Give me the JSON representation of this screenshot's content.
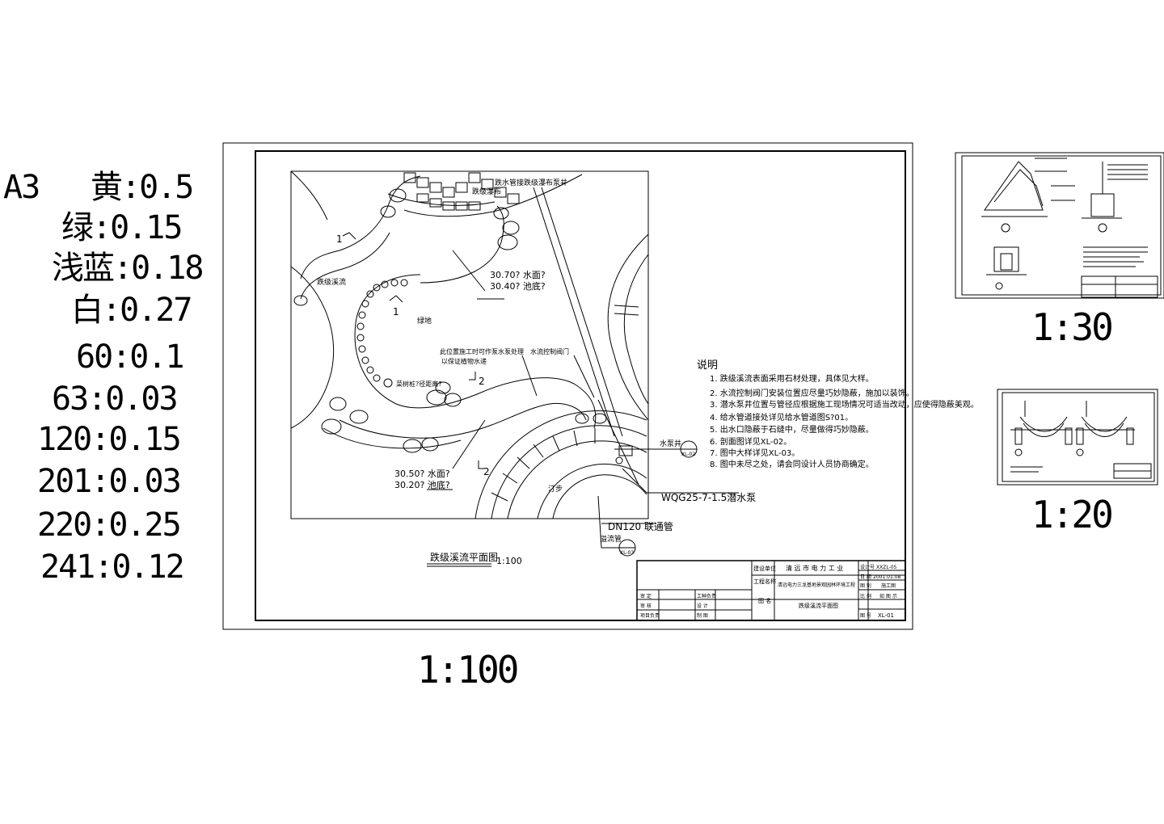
{
  "legend": {
    "paper": "A3",
    "items": [
      "黄:0.5",
      "绿:0.15",
      "浅蓝:0.18",
      "白:0.27",
      "60:0.1",
      "63:0.03",
      "120:0.15",
      "201:0.03",
      "220:0.25",
      "241:0.12"
    ]
  },
  "main_sheet": {
    "scale_label": "1:100",
    "drawing_title": "跌级溪流平面图",
    "drawing_scale": "1:100",
    "labels": {
      "waterfall": "跌级瀑布",
      "pump_pit_note": "跌水管接跌级瀑布泵井",
      "stream": "跌级溪流",
      "green": "绿地",
      "level_a_top": "30.70? 水面?",
      "level_a_bottom": "30.40? 池底?",
      "level_b_top": "30.50? 水面?",
      "level_b_bottom": "30.20? 池底?",
      "section_1a": "1",
      "section_1b": "1",
      "section_2a": "2",
      "section_2b": "2",
      "tree_note": "菜树桩?径距离?",
      "construction_note_1": "此位置施工时可作泵水泵处理",
      "construction_note_2": "以保证植物水递",
      "valve_note": "水流控制阀门",
      "pump_well": "水泵井",
      "pump_well_tag": "XL-02",
      "pump_model": "WQG25-7-1.5潜水泵",
      "pipe": "DN120 联通管",
      "overflow": "溢流管",
      "overflow_tag": "XL-03",
      "plaza": "汀步"
    },
    "notes": {
      "heading": "说明",
      "items": [
        "1. 跌级溪流表面采用石材处理，具体见大样。",
        "2. 水流控制阀门安装位置应尽量巧妙隐蔽，施加以装饰。",
        "3. 潜水泵井位置与管径应根据施工现场情况可适当改动，应使得隐蔽美观。",
        "4. 给水管道接处详见给水管道图S?01。",
        "5. 出水口隐蔽于石缝中，尽量做得巧妙隐蔽。",
        "6. 剖面图详见XL-02。",
        "7. 图中大样详见XL-03。",
        "8. 图中未尽之处，请会同设计人员协商确定。"
      ]
    },
    "title_block": {
      "org_label": "建设单位",
      "org": "清 远 市 电 力 工 业",
      "project_label": "工程名称",
      "project": "清远电力三龙基地景观园林环境工程",
      "drawing_label": "图  名",
      "drawing_name": "跌级溪流平面图",
      "number_label": "设计号",
      "number": "XXZL-05",
      "date_label": "日 期",
      "date": "2001.01.08",
      "stage_label": "图 别",
      "stage": "施工图",
      "ratio_label": "比 例",
      "ratio": "如 图 示",
      "sheet_label": "图 号",
      "sheet": "XL-01",
      "sign_labels": [
        "审 定",
        "工种负责",
        "审 核",
        "设 计",
        "项目负责",
        "制 图"
      ]
    }
  },
  "sheet_30": {
    "scale_label": "1:30"
  },
  "sheet_20": {
    "scale_label": "1:20"
  }
}
